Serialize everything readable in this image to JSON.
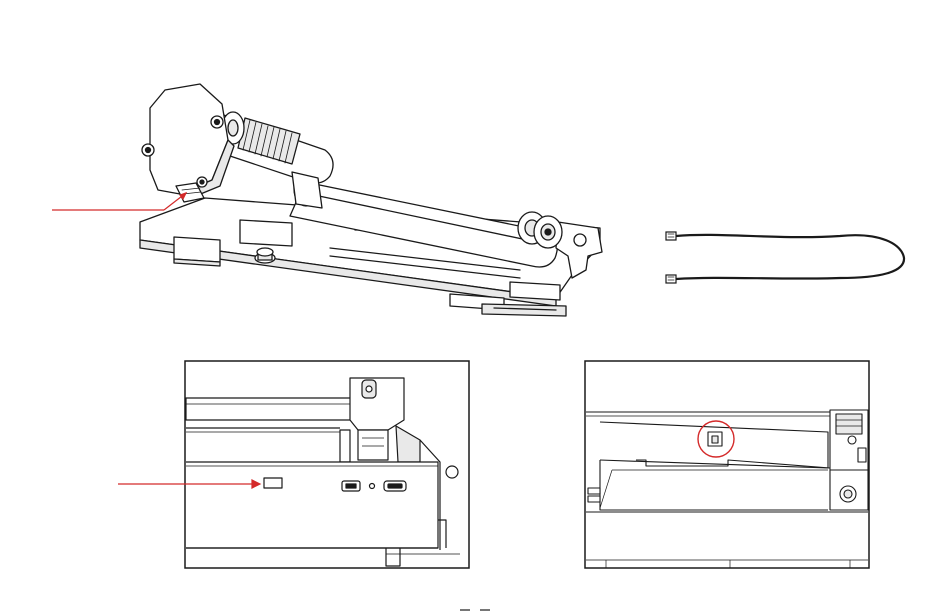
{
  "figure": {
    "main_illustration": "rotary-roller-attachment",
    "cable_illustration": "connection-cable",
    "detail_left": "machine-side-port-panel",
    "detail_right": "machine-interior-socket",
    "colors": {
      "line": "#1a1a1a",
      "shade": "#e9e9e9",
      "callout": "#d42a2a",
      "background": "#ffffff"
    }
  },
  "icons": [
    "callout-arrow",
    "highlight-circle",
    "usb-port-icon",
    "hdmi-port-icon",
    "cable-connector-icon"
  ]
}
